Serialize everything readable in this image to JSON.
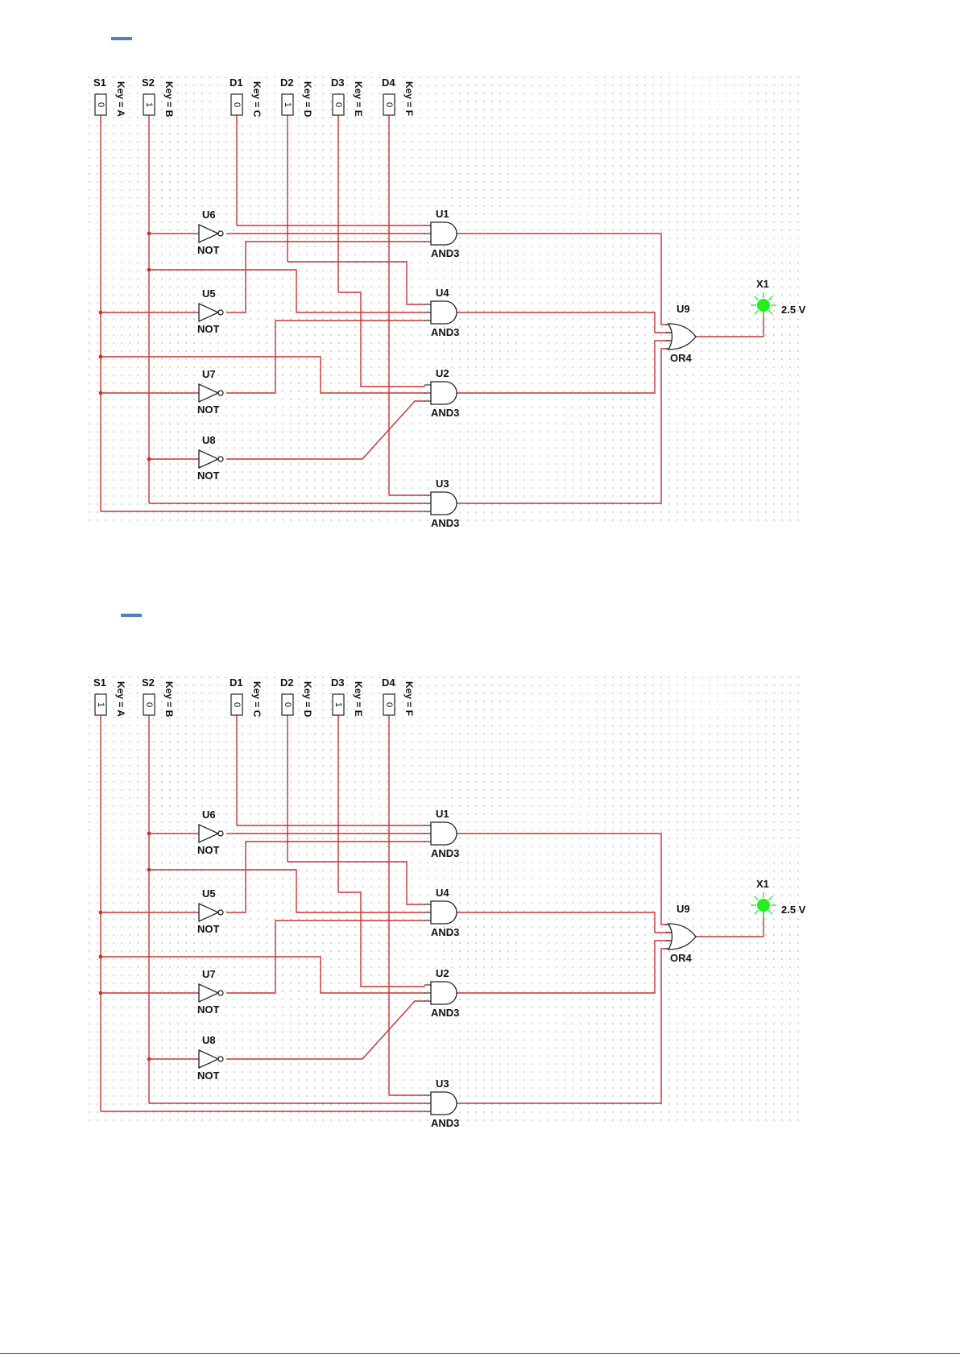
{
  "colors": {
    "heading_accent": "#4f81bd",
    "wire": "#c83232",
    "probe_lit": "#22ee22"
  },
  "panels": [
    {
      "switches": [
        {
          "name": "S1",
          "key": "Key = A",
          "value": "0"
        },
        {
          "name": "S2",
          "key": "Key = B",
          "value": "1"
        },
        {
          "name": "D1",
          "key": "Key = C",
          "value": "0"
        },
        {
          "name": "D2",
          "key": "Key = D",
          "value": "1"
        },
        {
          "name": "D3",
          "key": "Key = E",
          "value": "0"
        },
        {
          "name": "D4",
          "key": "Key = F",
          "value": "0"
        }
      ],
      "and_gates": [
        {
          "ref": "U1",
          "type": "AND3"
        },
        {
          "ref": "U4",
          "type": "AND3"
        },
        {
          "ref": "U2",
          "type": "AND3"
        },
        {
          "ref": "U3",
          "type": "AND3"
        }
      ],
      "not_gates": [
        {
          "ref": "U6",
          "type": "NOT"
        },
        {
          "ref": "U5",
          "type": "NOT"
        },
        {
          "ref": "U7",
          "type": "NOT"
        },
        {
          "ref": "U8",
          "type": "NOT"
        }
      ],
      "or_gate": {
        "ref": "U9",
        "type": "OR4"
      },
      "probe": {
        "ref": "X1",
        "value": "2.5 V",
        "lit": true
      }
    },
    {
      "switches": [
        {
          "name": "S1",
          "key": "Key = A",
          "value": "1"
        },
        {
          "name": "S2",
          "key": "Key = B",
          "value": "0"
        },
        {
          "name": "D1",
          "key": "Key = C",
          "value": "0"
        },
        {
          "name": "D2",
          "key": "Key = D",
          "value": "0"
        },
        {
          "name": "D3",
          "key": "Key = E",
          "value": "1"
        },
        {
          "name": "D4",
          "key": "Key = F",
          "value": "0"
        }
      ],
      "and_gates": [
        {
          "ref": "U1",
          "type": "AND3"
        },
        {
          "ref": "U4",
          "type": "AND3"
        },
        {
          "ref": "U2",
          "type": "AND3"
        },
        {
          "ref": "U3",
          "type": "AND3"
        }
      ],
      "not_gates": [
        {
          "ref": "U6",
          "type": "NOT"
        },
        {
          "ref": "U5",
          "type": "NOT"
        },
        {
          "ref": "U7",
          "type": "NOT"
        },
        {
          "ref": "U8",
          "type": "NOT"
        }
      ],
      "or_gate": {
        "ref": "U9",
        "type": "OR4"
      },
      "probe": {
        "ref": "X1",
        "value": "2.5 V",
        "lit": true
      }
    }
  ]
}
